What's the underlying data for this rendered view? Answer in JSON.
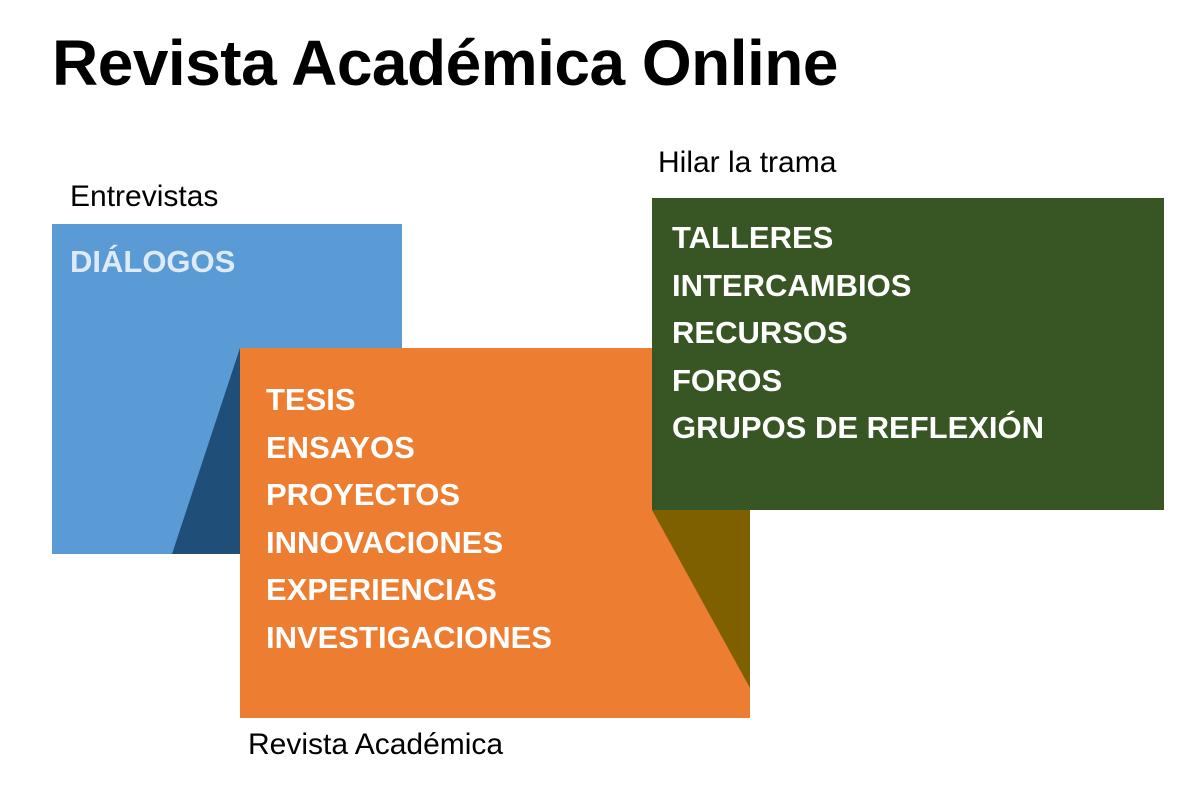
{
  "title": "Revista Académica Online",
  "colors": {
    "blue": "#5b9bd5",
    "blue_shadow": "#1f4e79",
    "orange": "#ed7d31",
    "green": "#375623",
    "green_shadow": "#7f6000"
  },
  "sections": {
    "dialogos": {
      "caption": "Entrevistas",
      "items": [
        "DIÁLOGOS"
      ]
    },
    "revista": {
      "caption": "Revista Académica",
      "items": [
        "TESIS",
        "ENSAYOS",
        "PROYECTOS",
        "INNOVACIONES",
        "EXPERIENCIAS",
        "INVESTIGACIONES"
      ]
    },
    "hilar": {
      "caption": "Hilar la trama",
      "items": [
        "TALLERES",
        "INTERCAMBIOS",
        "RECURSOS",
        "FOROS",
        "GRUPOS DE REFLEXIÓN"
      ]
    }
  }
}
